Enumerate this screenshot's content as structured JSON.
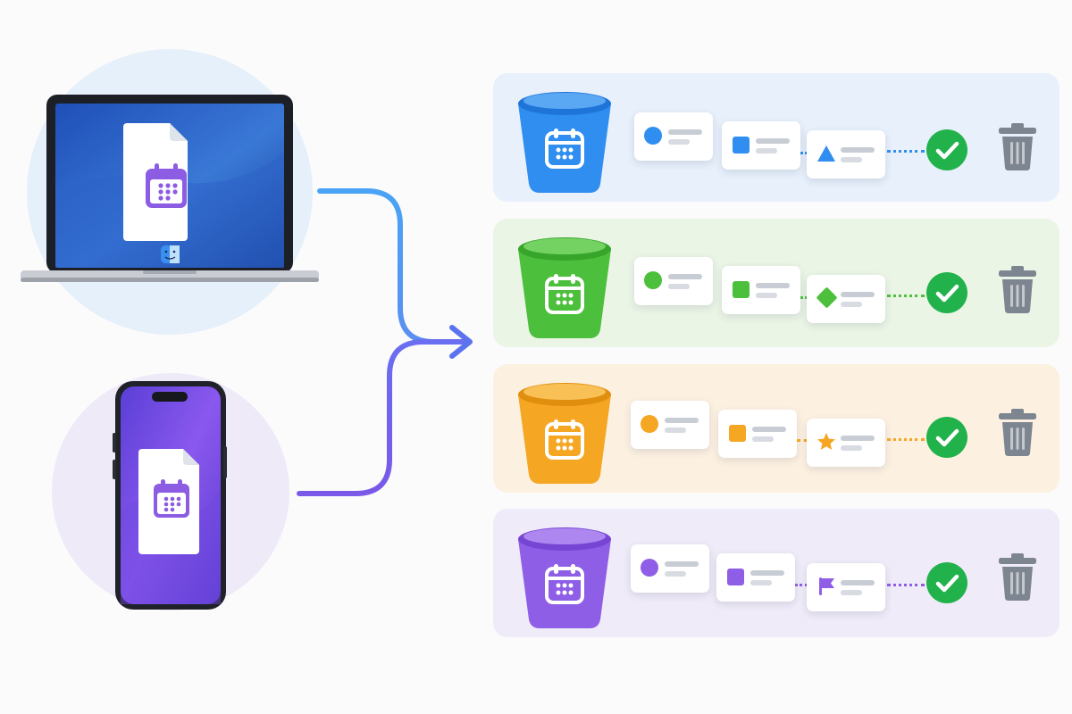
{
  "colors": {
    "blue": "#2f8ef0",
    "green": "#4cbf3c",
    "orange": "#f5a623",
    "purple": "#8f5ee6",
    "check": "#22b24c",
    "trash": "#7d8590",
    "arrow_top": "#4aa3f5",
    "arrow_bottom": "#7a58e8"
  },
  "sources": [
    {
      "name": "laptop",
      "file_icon": "calendar-icon",
      "dock_icon": "finder-icon"
    },
    {
      "name": "phone",
      "file_icon": "calendar-icon"
    }
  ],
  "lanes": [
    {
      "color": "blue",
      "bucket_icon": "calendar-icon",
      "step_shapes": [
        "circle",
        "square",
        "triangle"
      ],
      "status_icon": "checkmark-icon",
      "action_icon": "trash-icon"
    },
    {
      "color": "green",
      "bucket_icon": "calendar-icon",
      "step_shapes": [
        "circle",
        "square",
        "diamond"
      ],
      "status_icon": "checkmark-icon",
      "action_icon": "trash-icon"
    },
    {
      "color": "orange",
      "bucket_icon": "calendar-icon",
      "step_shapes": [
        "circle",
        "square",
        "star"
      ],
      "status_icon": "checkmark-icon",
      "action_icon": "trash-icon"
    },
    {
      "color": "purple",
      "bucket_icon": "calendar-icon",
      "step_shapes": [
        "circle",
        "square",
        "flag"
      ],
      "status_icon": "checkmark-icon",
      "action_icon": "trash-icon"
    }
  ]
}
